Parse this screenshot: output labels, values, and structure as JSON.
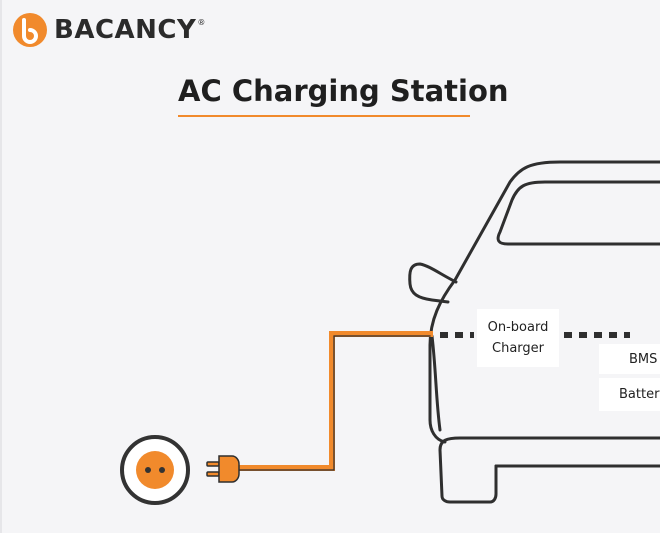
{
  "brand": {
    "name": "BACANCY",
    "registered_mark": "®",
    "logo_color": "#f18a2c"
  },
  "title": "AC Charging Station",
  "labels": {
    "on_board_charger_line1": "On-board",
    "on_board_charger_line2": "Charger",
    "bms": "BMS",
    "battery": "Battery"
  },
  "colors": {
    "accent": "#f18a2c",
    "outline": "#2f2f2f",
    "background": "#f5f5f7"
  },
  "icons": [
    "wall-socket-icon",
    "plug-icon",
    "car-outline"
  ]
}
